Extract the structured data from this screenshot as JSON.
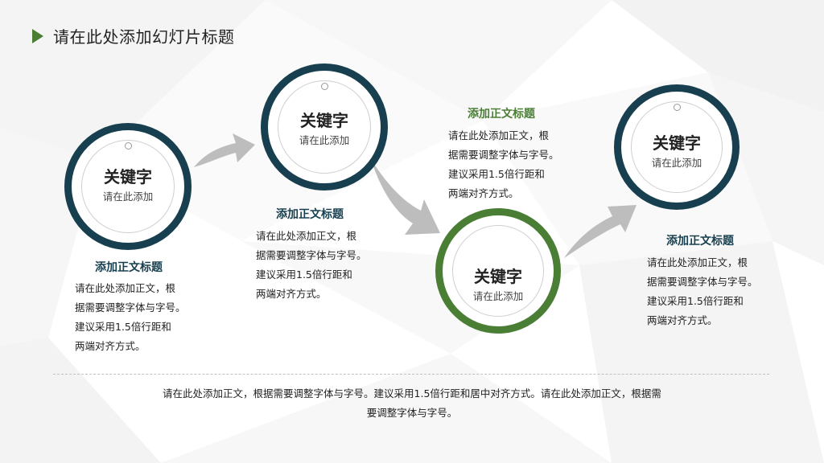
{
  "slide": {
    "title": "请在此处添加幻灯片标题",
    "accent_green": "#4a7e35",
    "accent_navy": "#173f4f"
  },
  "circles": [
    {
      "keyword": "关键字",
      "sub": "请在此添加",
      "ring_color": "#173f4f"
    },
    {
      "keyword": "关键字",
      "sub": "请在此添加",
      "ring_color": "#173f4f"
    },
    {
      "keyword": "关键字",
      "sub": "请在此添加",
      "ring_color": "#4a7e35"
    },
    {
      "keyword": "关键字",
      "sub": "请在此添加",
      "ring_color": "#173f4f"
    }
  ],
  "blocks": [
    {
      "title": "添加正文标题",
      "title_color": "#173f4f",
      "body": "请在此处添加正文，根\n据需要调整字体与字号。\n建议采用1.5倍行距和\n两端对齐方式。"
    },
    {
      "title": "添加正文标题",
      "title_color": "#173f4f",
      "body": "请在此处添加正文，根\n据需要调整字体与字号。\n建议采用1.5倍行距和\n两端对齐方式。"
    },
    {
      "title": "添加正文标题",
      "title_color": "#4a7e35",
      "body": "请在此处添加正文，根\n据需要调整字体与字号。\n建议采用1.5倍行距和\n两端对齐方式。"
    },
    {
      "title": "添加正文标题",
      "title_color": "#173f4f",
      "body": "请在此处添加正文，根\n据需要调整字体与字号。\n建议采用1.5倍行距和\n两端对齐方式。"
    }
  ],
  "footer": {
    "text": "请在此处添加正文，根据需要调整字体与字号。建议采用1.5倍行距和居中对齐方式。请在此处添加正文，根据需要调整字体与字号。"
  }
}
